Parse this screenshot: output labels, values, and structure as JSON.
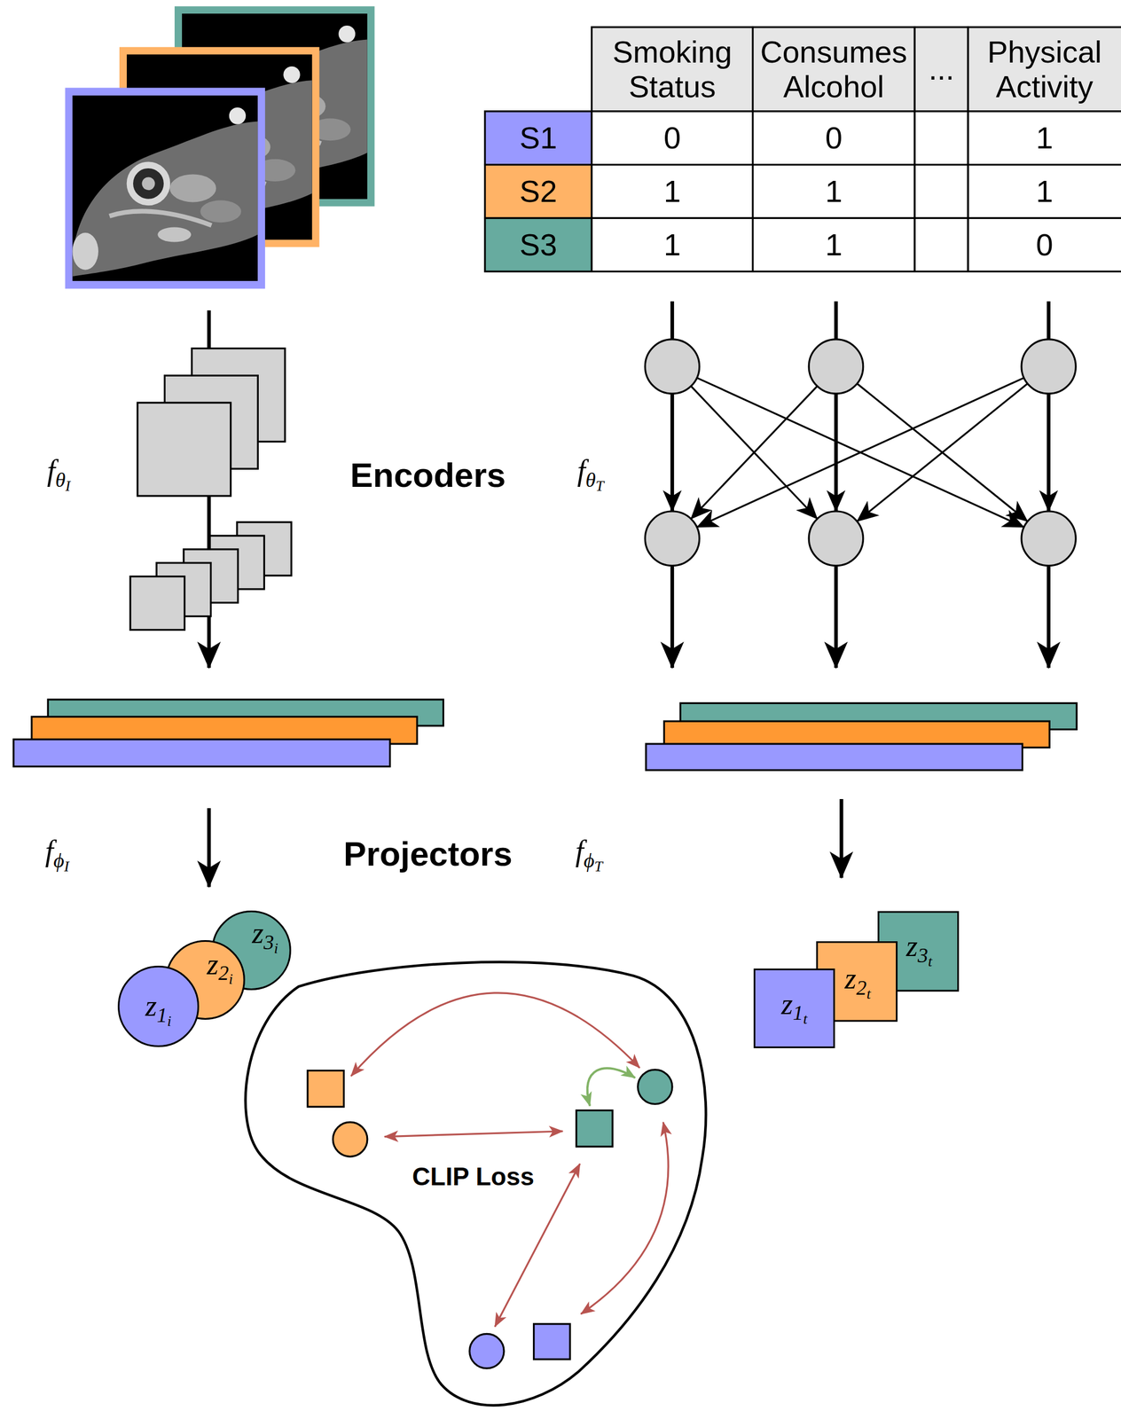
{
  "diagram": {
    "nodes": [
      {
        "text": [
          "z1i"
        ]
      },
      {
        "text": [
          "z2i"
        ]
      },
      {
        "text": [
          "z3i"
        ]
      },
      {
        "text": [
          "z1t"
        ]
      },
      {
        "text": [
          "z2t"
        ]
      },
      {
        "text": [
          "z3t"
        ]
      },
      {
        "text": [
          "CLIP Loss"
        ]
      }
    ],
    "labels": [
      "Smoking Status",
      "Consumes Alcohol",
      "...",
      "Physical Activity",
      "S1",
      "0",
      "0",
      "1",
      "S2",
      "1",
      "1",
      "1",
      "S3",
      "1",
      "1",
      "0",
      "fθI",
      "Encoders",
      "fθT",
      "fϕI",
      "Projectors",
      "fϕT"
    ]
  }
}
